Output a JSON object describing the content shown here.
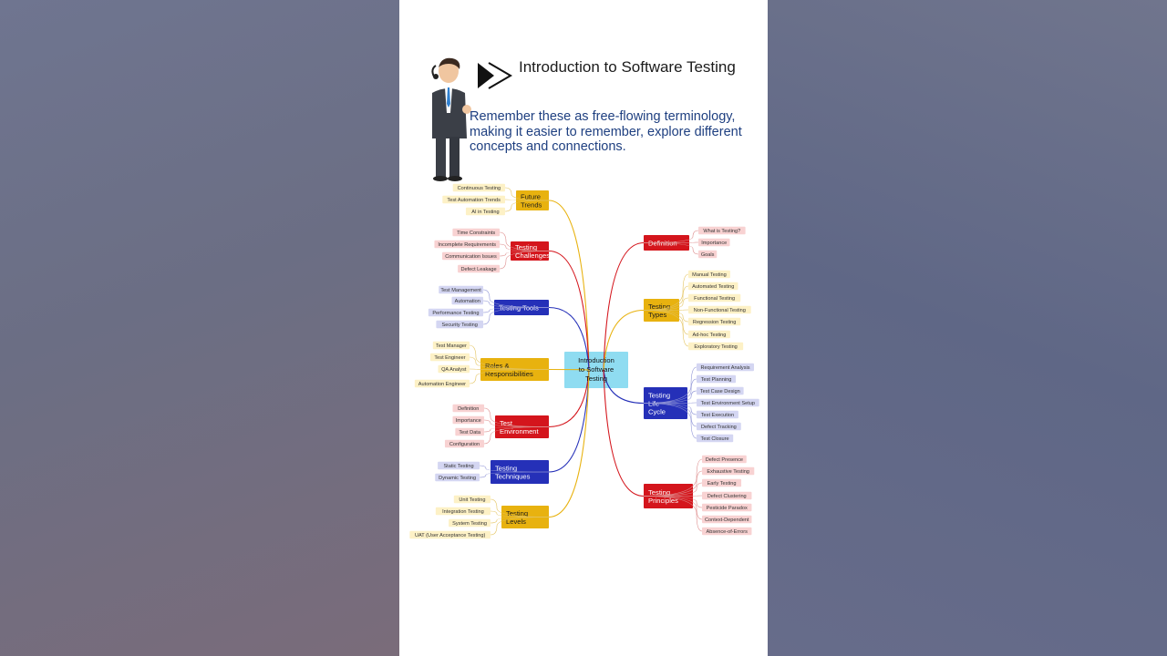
{
  "header": {
    "title": "Introduction to Software Testing",
    "subtitle": "Remember these as free-flowing terminology, making it easier to remember,  explore different concepts and connections."
  },
  "colors": {
    "yellow": "#e8b20f",
    "red": "#d4151c",
    "blue": "#2530b8",
    "center": "#8fdcf1"
  },
  "mindmap": {
    "center": [
      "Introduction",
      "to Software",
      "Testing"
    ],
    "left": [
      {
        "label": [
          "Future",
          "Trends"
        ],
        "color": "yellow",
        "items": [
          "Continuous Testing",
          "Test Automation Trends",
          "AI in Testing"
        ]
      },
      {
        "label": [
          "Testing",
          "Challenges"
        ],
        "color": "red",
        "items": [
          "Time Constraints",
          "Incomplete Requirements",
          "Communication Issues",
          "Defect Leakage"
        ]
      },
      {
        "label": [
          "Testing Tools"
        ],
        "color": "blue",
        "items": [
          "Test Management",
          "Automation",
          "Performance Testing",
          "Security Testing"
        ]
      },
      {
        "label": [
          "Roles &",
          "Responsibilities"
        ],
        "color": "yellow",
        "items": [
          "Test Manager",
          "Test Engineer",
          "QA Analyst",
          "Automation Engineer"
        ]
      },
      {
        "label": [
          "Test",
          "Environment"
        ],
        "color": "red",
        "items": [
          "Definition",
          "Importance",
          "Test Data",
          "Configuration"
        ]
      },
      {
        "label": [
          "Testing",
          "Techniques"
        ],
        "color": "blue",
        "items": [
          "Static Testing",
          "Dynamic Testing"
        ]
      },
      {
        "label": [
          "Testing",
          "Levels"
        ],
        "color": "yellow",
        "items": [
          "Unit Testing",
          "Integration Testing",
          "System Testing",
          "UAT (User Acceptance Testing)"
        ]
      }
    ],
    "right": [
      {
        "label": [
          "Definition"
        ],
        "color": "red",
        "items": [
          "What is Testing?",
          "Importance",
          "Goals"
        ]
      },
      {
        "label": [
          "Testing",
          "Types"
        ],
        "color": "yellow",
        "items": [
          "Manual Testing",
          "Automated Testing",
          "Functional Testing",
          "Non-Functional Testing",
          "Regression Testing",
          "Ad-hoc Testing",
          "Exploratory Testing"
        ]
      },
      {
        "label": [
          "Testing",
          "Life",
          "Cycle"
        ],
        "color": "blue",
        "items": [
          "Requirement Analysis",
          "Test Planning",
          "Test Case Design",
          "Test Environment Setup",
          "Test Execution",
          "Defect Tracking",
          "Test Closure"
        ]
      },
      {
        "label": [
          "Testing",
          "Principles"
        ],
        "color": "red",
        "items": [
          "Defect Presence",
          "Exhaustive Testing",
          "Early Testing",
          "Defect Clustering",
          "Pesticide Paradox",
          "Context-Dependent",
          "Absence-of-Errors"
        ]
      }
    ]
  }
}
